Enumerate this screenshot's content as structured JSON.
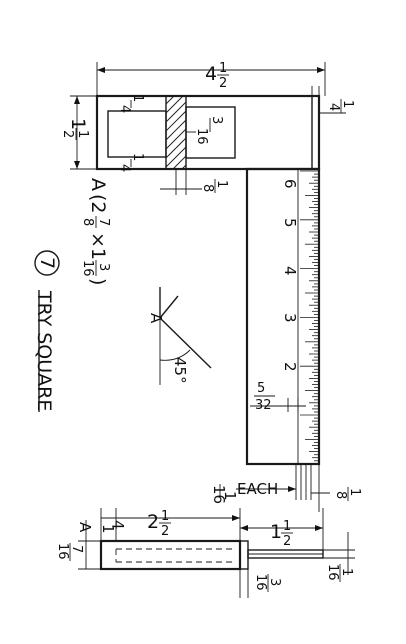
{
  "drawing": {
    "part_number": "7",
    "part_name": "TRY SQUARE",
    "callout_a_letter": "A",
    "callout_a_size": "(2 7/8 × 1 3/16)",
    "callout_a_size_parts": {
      "open": "(2",
      "w_num": "7",
      "w_den": "8",
      "x": "×1",
      "h_num": "3",
      "h_den": "16",
      "close": ")"
    },
    "angle_letter": "A",
    "angle_label": "45°",
    "each_label": "EACH",
    "each_fraction": {
      "num": "1",
      "den": "16"
    }
  },
  "dimensions": {
    "overall_length": {
      "whole": "4",
      "num": "1",
      "den": "2"
    },
    "handle_height": {
      "whole": "1",
      "num": "1",
      "den": "2"
    },
    "upper_wall": {
      "num": "1",
      "den": "4"
    },
    "lower_wall": {
      "num": "1",
      "den": "4"
    },
    "center_web": {
      "num": "3",
      "den": "16"
    },
    "slot_width": {
      "num": "1",
      "den": "8"
    },
    "blade_thickness_top": {
      "num": "1",
      "den": "4"
    },
    "blade_edge": {
      "num": "1",
      "den": "8"
    },
    "tick_spacing": {
      "num": "5",
      "den": "32"
    },
    "end_view_a": {
      "text": "A"
    },
    "end_view_quarter": {
      "num": "1",
      "den": "4"
    },
    "end_view_length": {
      "whole": "2",
      "num": "1",
      "den": "2"
    },
    "end_view_blade": {
      "whole": "1",
      "num": "1",
      "den": "2"
    },
    "end_view_height": {
      "num": "7",
      "den": "16"
    },
    "end_view_slot": {
      "num": "3",
      "den": "16"
    },
    "end_view_tip": {
      "num": "1",
      "den": "16"
    }
  },
  "scale_numbers": [
    "6",
    "5",
    "4",
    "3",
    "2"
  ]
}
